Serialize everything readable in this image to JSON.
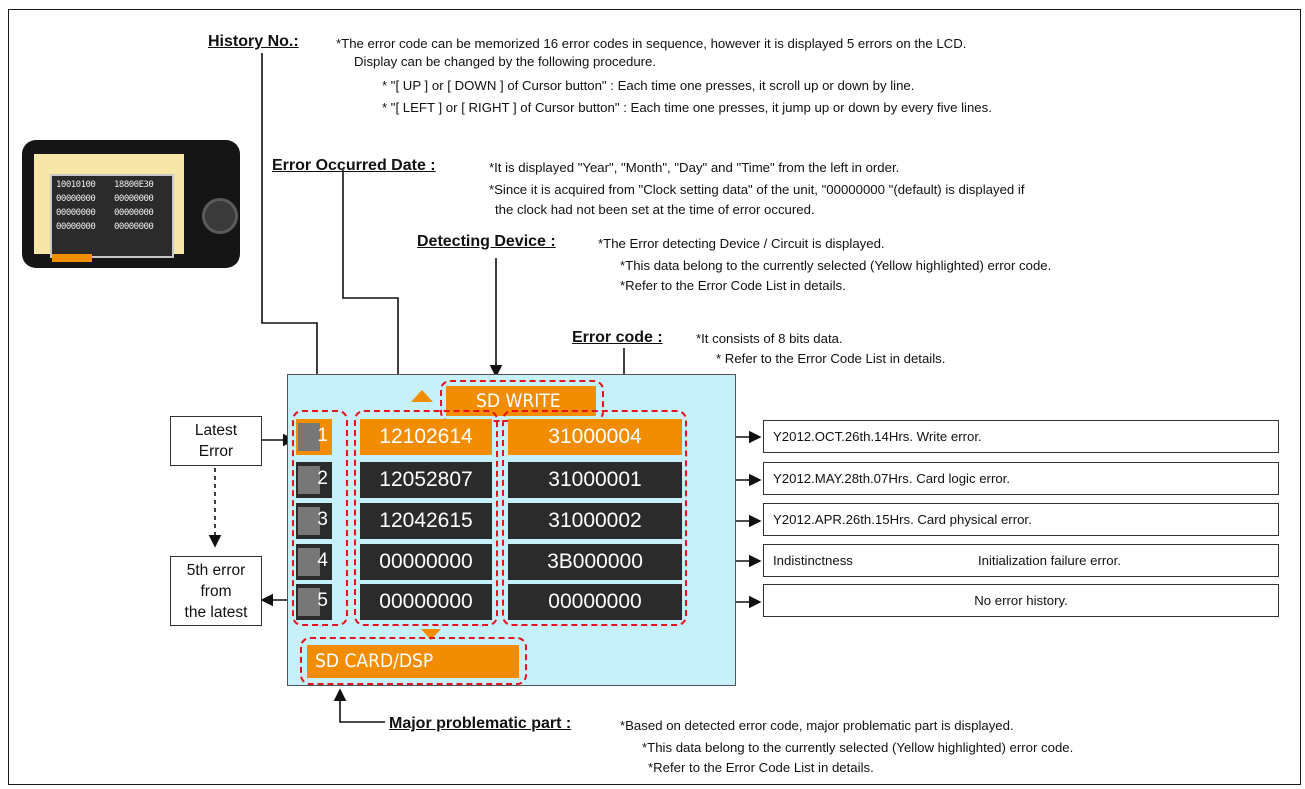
{
  "history_label": "History No.:",
  "history_notes": [
    "*The error code can be memorized 16 error codes in sequence, however it is displayed 5 errors on the LCD.",
    "Display can be changed by the following procedure.",
    "* \"[ UP ] or [ DOWN ] of Cursor button\" : Each time one presses, it scroll up or down by line.",
    "* \"[ LEFT ] or [ RIGHT ] of Cursor button\" : Each time one presses, it  jump up or down by every five lines."
  ],
  "date_label": "Error Occurred Date :",
  "date_notes": [
    "*It is displayed \"Year\", \"Month\", \"Day\" and \"Time\" from the left in order.",
    "*Since it is acquired from \"Clock setting data\" of the unit, \"00000000 \"(default) is displayed if",
    "the clock had not been set at the time of error occured."
  ],
  "device_label": "Detecting Device :",
  "device_notes": [
    "*The Error detecting Device / Circuit is displayed.",
    "*This data belong to the currently selected (Yellow highlighted) error code.",
    "*Refer to the Error Code List in details."
  ],
  "code_label": "Error code :",
  "code_notes": [
    "*It consists of 8 bits data.",
    "* Refer to the Error Code List in details."
  ],
  "major_label": "Major problematic part :",
  "major_notes": [
    "*Based on detected error code, major problematic part is displayed.",
    "*This data belong to the currently selected (Yellow highlighted) error code.",
    "*Refer to the Error Code List in details."
  ],
  "lcd": {
    "device": "SD WRITE",
    "part": "SD CARD/DSP",
    "rows": [
      {
        "no": "1",
        "date": "12102614",
        "code": "31000004",
        "selected": true
      },
      {
        "no": "2",
        "date": "12052807",
        "code": "31000001",
        "selected": false
      },
      {
        "no": "3",
        "date": "12042615",
        "code": "31000002",
        "selected": false
      },
      {
        "no": "4",
        "date": "00000000",
        "code": "3B000000",
        "selected": false
      },
      {
        "no": "5",
        "date": "00000000",
        "code": "00000000",
        "selected": false
      }
    ]
  },
  "latest_label": [
    "Latest",
    "Error"
  ],
  "fifth_label": [
    "5th error",
    "from",
    "the latest"
  ],
  "results": [
    {
      "left": "Y2012.OCT.26th.14Hrs.   Write error.",
      "right": ""
    },
    {
      "left": "Y2012.MAY.28th.07Hrs.  Card logic error.",
      "right": ""
    },
    {
      "left": "Y2012.APR.26th.15Hrs.   Card physical error.",
      "right": ""
    },
    {
      "left": "Indistinctness",
      "right": "Initialization failure error."
    },
    {
      "left": "",
      "right": "No error history."
    }
  ],
  "camera_screen": {
    "row1_left": "10010100",
    "row1_right": "18800E30",
    "fill": "00000000"
  },
  "colors": {
    "orange": "#f28c00",
    "lcd_bg": "#c6f1fb",
    "dark_cell": "#2b2b2b",
    "dash_red": "#e8121e"
  }
}
